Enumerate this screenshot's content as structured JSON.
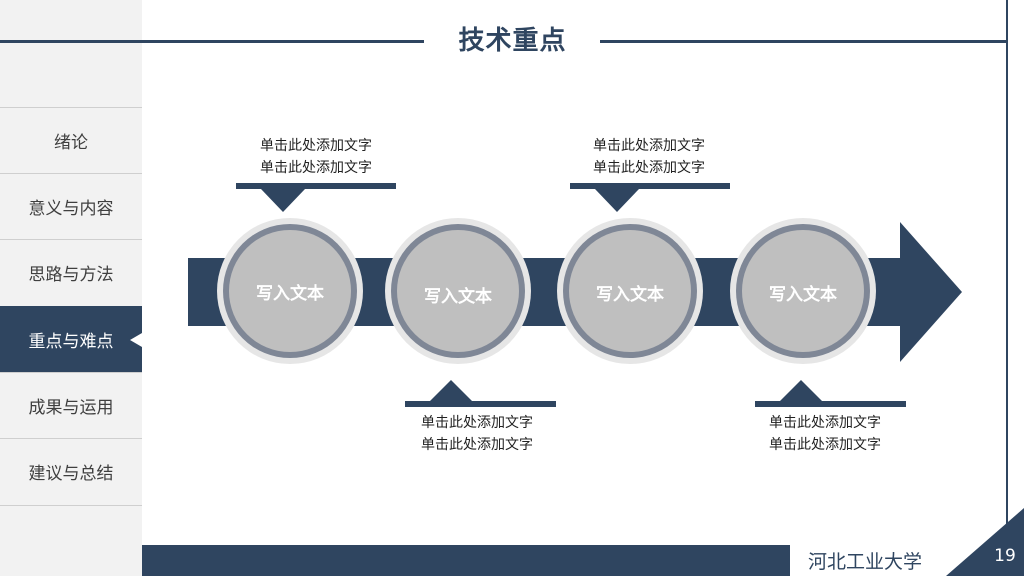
{
  "header": {
    "title": "技术重点"
  },
  "sidebar": {
    "items": [
      {
        "label": "绪论"
      },
      {
        "label": "意义与内容"
      },
      {
        "label": "思路与方法"
      },
      {
        "label": "重点与难点"
      },
      {
        "label": "成果与运用"
      },
      {
        "label": "建议与总结"
      }
    ]
  },
  "steps": [
    {
      "label": "写入文本",
      "callout_line1": "单击此处添加文字",
      "callout_line2": "单击此处添加文字"
    },
    {
      "label": "写入文本",
      "callout_line1": "单击此处添加文字",
      "callout_line2": "单击此处添加文字"
    },
    {
      "label": "写入文本",
      "callout_line1": "单击此处添加文字",
      "callout_line2": "单击此处添加文字"
    },
    {
      "label": "写入文本",
      "callout_line1": "单击此处添加文字",
      "callout_line2": "单击此处添加文字"
    }
  ],
  "footer": {
    "school": "河北工业大学",
    "page_number": "19"
  },
  "colors": {
    "primary": "#2f4560",
    "circle_fill": "#bfbfbf",
    "ring": "#e6e6e6"
  }
}
